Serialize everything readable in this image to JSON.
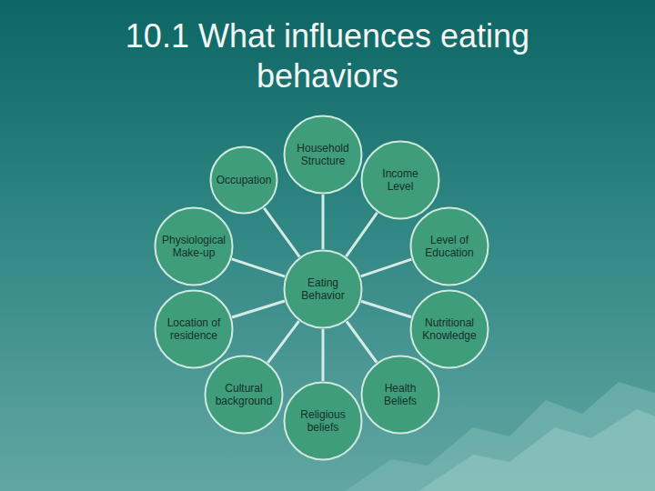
{
  "diagram": {
    "title": "10.1 What influences eating behaviors",
    "nodes": [
      {
        "text": [
          "Household Structure"
        ]
      },
      {
        "text": [
          "Occupation"
        ]
      },
      {
        "text": [
          "Income Level"
        ]
      },
      {
        "text": [
          "Physiological Make-up"
        ]
      },
      {
        "text": [
          "Level of Education"
        ]
      },
      {
        "text": [
          "Eating Behavior"
        ]
      },
      {
        "text": [
          "Location of residence"
        ]
      },
      {
        "text": [
          "Nutritional Knowledge"
        ]
      },
      {
        "text": [
          "Cultural background"
        ]
      },
      {
        "text": [
          "Health Beliefs"
        ]
      },
      {
        "text": [
          "Religious beliefs"
        ]
      }
    ],
    "edges": [
      {
        "from": 0,
        "to": 5,
        "arrow": "none"
      },
      {
        "from": 1,
        "to": 5,
        "arrow": "none"
      },
      {
        "from": 2,
        "to": 5,
        "arrow": "none"
      },
      {
        "from": 3,
        "to": 5,
        "arrow": "none"
      },
      {
        "from": 4,
        "to": 5,
        "arrow": "none"
      },
      {
        "from": 6,
        "to": 5,
        "arrow": "none"
      },
      {
        "from": 7,
        "to": 5,
        "arrow": "none"
      },
      {
        "from": 8,
        "to": 5,
        "arrow": "none"
      },
      {
        "from": 9,
        "to": 5,
        "arrow": "none"
      },
      {
        "from": 10,
        "to": 5,
        "arrow": "none"
      }
    ]
  }
}
